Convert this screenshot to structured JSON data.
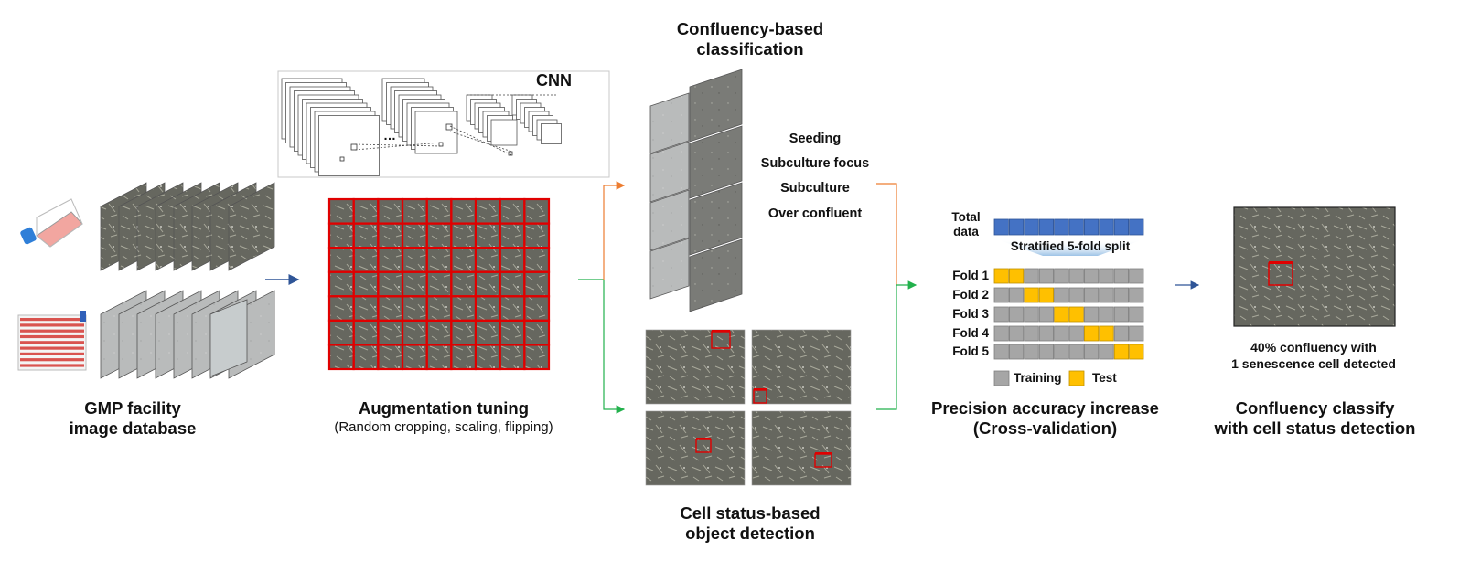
{
  "sections": {
    "database": {
      "title_line1": "GMP facility",
      "title_line2": "image database"
    },
    "augmentation": {
      "title": "Augmentation tuning",
      "subtitle": "(Random cropping, scaling, flipping)"
    },
    "cnn": {
      "label": "CNN",
      "ellipsis": "…"
    },
    "classification": {
      "title_line1": "Confluency-based",
      "title_line2": "classification",
      "classes": [
        "Seeding",
        "Subculture focus",
        "Subculture",
        "Over confluent"
      ]
    },
    "detection": {
      "title_line1": "Cell status-based",
      "title_line2": "object detection"
    },
    "crossval": {
      "total_label_line1": "Total",
      "total_label_line2": "data",
      "split_label": "Stratified 5-fold split",
      "folds": [
        "Fold 1",
        "Fold 2",
        "Fold 3",
        "Fold 4",
        "Fold 5"
      ],
      "legend_training": "Training",
      "legend_test": "Test",
      "title_line1": "Precision accuracy increase",
      "title_line2": "(Cross-validation)"
    },
    "result": {
      "caption_line1": "40% confluency with",
      "caption_line2": "1 senescence cell detected",
      "title_line1": "Confluency classify",
      "title_line2": "with cell status detection"
    }
  },
  "colors": {
    "total_blue": "#4472C4",
    "training_gray": "#A6A6A6",
    "test_yellow": "#FFC000",
    "grid_red": "#E00000",
    "arrow_blue": "#2F5597",
    "arrow_orange": "#ED7D31",
    "arrow_green": "#22B14C",
    "micrograph": "#6b6b63"
  }
}
